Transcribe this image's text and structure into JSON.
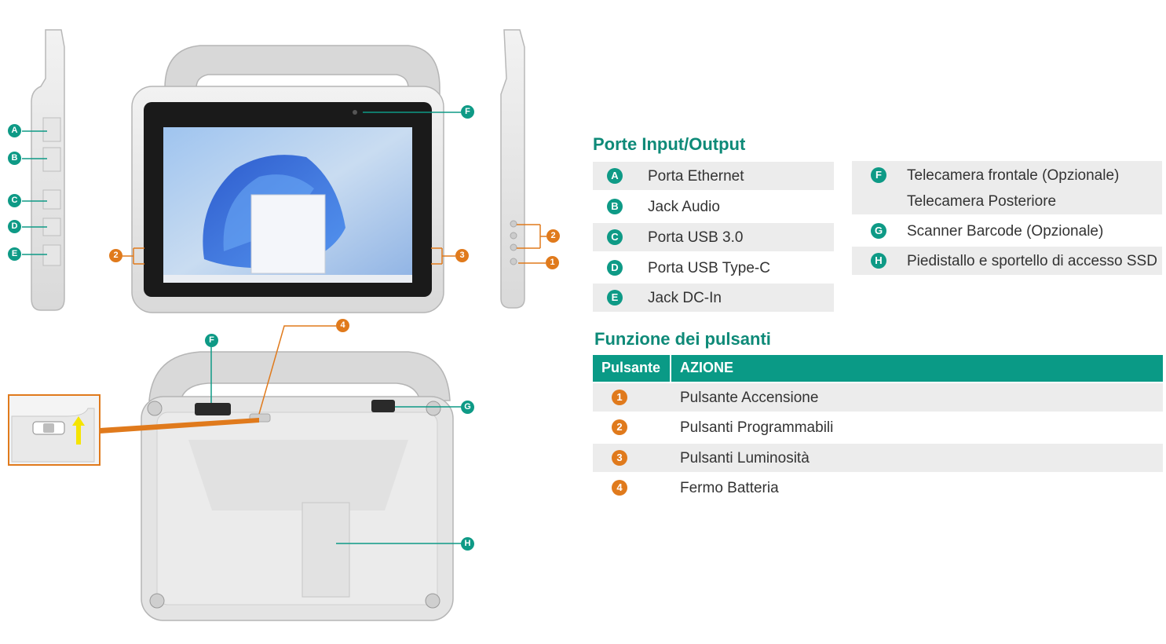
{
  "colors": {
    "teal": "#0e9a86",
    "orange": "#e07a1c",
    "row_gray": "#ececec"
  },
  "sections": {
    "io_title": "Porte Input/Output",
    "buttons_title": "Funzione dei pulsanti"
  },
  "io_ports": [
    {
      "badge": "A",
      "label": "Porta Ethernet"
    },
    {
      "badge": "B",
      "label": "Jack Audio"
    },
    {
      "badge": "C",
      "label": "Porta USB 3.0"
    },
    {
      "badge": "D",
      "label": "Porta USB Type-C"
    },
    {
      "badge": "E",
      "label": "Jack DC-In"
    },
    {
      "badge": "F",
      "label": "Telecamera frontale  (Opzionale)",
      "label2": "Telecamera Posteriore"
    },
    {
      "badge": "G",
      "label": "Scanner Barcode (Opzionale)"
    },
    {
      "badge": "H",
      "label": "Piedistallo e sportello di accesso SSD"
    }
  ],
  "buttons_table": {
    "headers": [
      "Pulsante",
      "AZIONE"
    ],
    "rows": [
      {
        "badge": "1",
        "action": "Pulsante Accensione"
      },
      {
        "badge": "2",
        "action": "Pulsanti Programmabili"
      },
      {
        "badge": "3",
        "action": "Pulsanti Luminosità"
      },
      {
        "badge": "4",
        "action": "Fermo Batteria"
      }
    ]
  },
  "callouts": {
    "left_side": [
      "A",
      "B",
      "C",
      "D",
      "E"
    ],
    "front": [
      "F",
      "2",
      "3"
    ],
    "right_side": [
      "2",
      "1"
    ],
    "back": [
      "4",
      "F",
      "G",
      "H"
    ]
  },
  "icons": {
    "tablet_front": "tablet-front-view",
    "tablet_back": "tablet-back-view",
    "side_left": "tablet-left-side",
    "side_right": "tablet-right-side",
    "battery_latch": "battery-latch-detail",
    "up_arrow": "yellow-up-arrow-icon"
  }
}
